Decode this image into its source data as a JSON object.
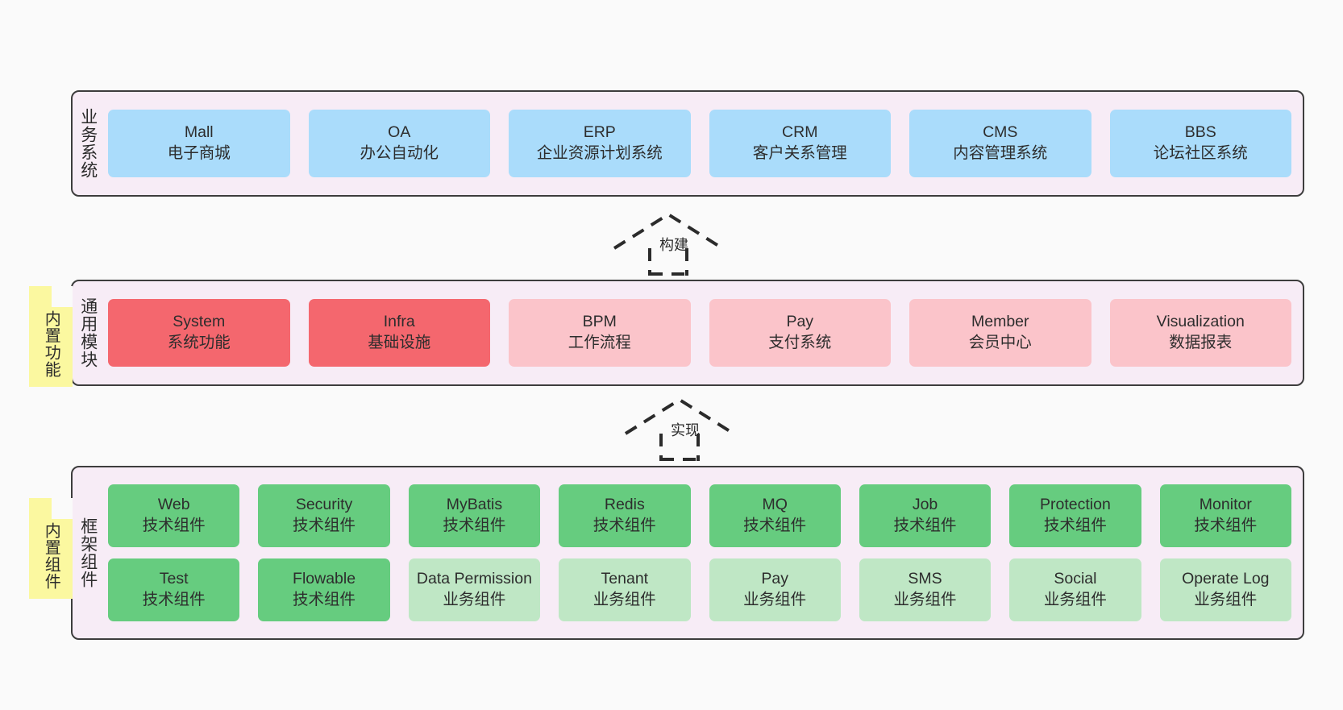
{
  "diagram": {
    "background_color": "#fafafa",
    "section_fill": "#f7ecf6",
    "section_border": "#3d3d3d",
    "note_color": "#fbf8a0"
  },
  "sections": [
    {
      "id": "business",
      "label": "业务系统",
      "card_color": "#aadcfb",
      "rows": [
        [
          {
            "title": "Mall",
            "subtitle": "电子商城"
          },
          {
            "title": "OA",
            "subtitle": "办公自动化"
          },
          {
            "title": "ERP",
            "subtitle": "企业资源计划系统"
          },
          {
            "title": "CRM",
            "subtitle": "客户关系管理"
          },
          {
            "title": "CMS",
            "subtitle": "内容管理系统"
          },
          {
            "title": "BBS",
            "subtitle": "论坛社区系统"
          }
        ]
      ]
    },
    {
      "id": "modules",
      "label": "通用模块",
      "note": "内置功能",
      "rows": [
        [
          {
            "title": "System",
            "subtitle": "系统功能",
            "color": "#f4676e"
          },
          {
            "title": "Infra",
            "subtitle": "基础设施",
            "color": "#f4676e"
          },
          {
            "title": "BPM",
            "subtitle": "工作流程",
            "color": "#fbc4ca"
          },
          {
            "title": "Pay",
            "subtitle": "支付系统",
            "color": "#fbc4ca"
          },
          {
            "title": "Member",
            "subtitle": "会员中心",
            "color": "#fbc4ca"
          },
          {
            "title": "Visualization",
            "subtitle": "数据报表",
            "color": "#fbc4ca"
          }
        ]
      ]
    },
    {
      "id": "framework",
      "label": "框架组件",
      "note": "内置组件",
      "rows": [
        [
          {
            "title": "Web",
            "subtitle": "技术组件",
            "color": "#66cc7f"
          },
          {
            "title": "Security",
            "subtitle": "技术组件",
            "color": "#66cc7f"
          },
          {
            "title": "MyBatis",
            "subtitle": "技术组件",
            "color": "#66cc7f"
          },
          {
            "title": "Redis",
            "subtitle": "技术组件",
            "color": "#66cc7f"
          },
          {
            "title": "MQ",
            "subtitle": "技术组件",
            "color": "#66cc7f"
          },
          {
            "title": "Job",
            "subtitle": "技术组件",
            "color": "#66cc7f"
          },
          {
            "title": "Protection",
            "subtitle": "技术组件",
            "color": "#66cc7f"
          },
          {
            "title": "Monitor",
            "subtitle": "技术组件",
            "color": "#66cc7f"
          }
        ],
        [
          {
            "title": "Test",
            "subtitle": "技术组件",
            "color": "#66cc7f"
          },
          {
            "title": "Flowable",
            "subtitle": "技术组件",
            "color": "#66cc7f"
          },
          {
            "title": "Data Permission",
            "subtitle": "业务组件",
            "color": "#bfe7c5"
          },
          {
            "title": "Tenant",
            "subtitle": "业务组件",
            "color": "#bfe7c5"
          },
          {
            "title": "Pay",
            "subtitle": "业务组件",
            "color": "#bfe7c5"
          },
          {
            "title": "SMS",
            "subtitle": "业务组件",
            "color": "#bfe7c5"
          },
          {
            "title": "Social",
            "subtitle": "业务组件",
            "color": "#bfe7c5"
          },
          {
            "title": "Operate Log",
            "subtitle": "业务组件",
            "color": "#bfe7c5"
          }
        ]
      ]
    }
  ],
  "connectors": [
    {
      "id": "build",
      "label": "构建",
      "style": "dashed-hollow-arrow-up"
    },
    {
      "id": "implement",
      "label": "实现",
      "style": "dashed-hollow-arrow-up"
    }
  ]
}
